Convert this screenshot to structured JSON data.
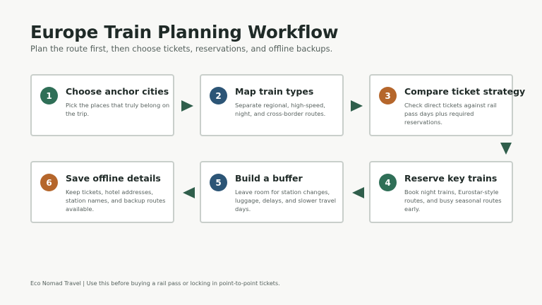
{
  "title": "Europe Train Planning Workflow",
  "subtitle": "Plan the route first, then choose tickets, reservations, and offline backups.",
  "steps": [
    {
      "num": "1",
      "title": "Choose anchor cities",
      "desc": "Pick the places that truly belong on the trip.",
      "color": "#2f6f57"
    },
    {
      "num": "2",
      "title": "Map train types",
      "desc": "Separate regional, high-speed, night, and cross-border routes.",
      "color": "#2c5576"
    },
    {
      "num": "3",
      "title": "Compare ticket strategy",
      "desc": "Check direct tickets against rail pass days plus required reservations.",
      "color": "#b5662b"
    },
    {
      "num": "4",
      "title": "Reserve key trains",
      "desc": "Book night trains, Eurostar-style routes, and busy seasonal routes early.",
      "color": "#2f6f57"
    },
    {
      "num": "5",
      "title": "Build a buffer",
      "desc": "Leave room for station changes, luggage, delays, and slower travel days.",
      "color": "#2c5576"
    },
    {
      "num": "6",
      "title": "Save offline details",
      "desc": "Keep tickets, hotel addresses, station names, and backup routes available.",
      "color": "#b5662b"
    }
  ],
  "arrow_color": "#2f5e4b",
  "footer": "Eco Nomad Travel | Use this before buying a rail pass or locking in point-to-point tickets."
}
